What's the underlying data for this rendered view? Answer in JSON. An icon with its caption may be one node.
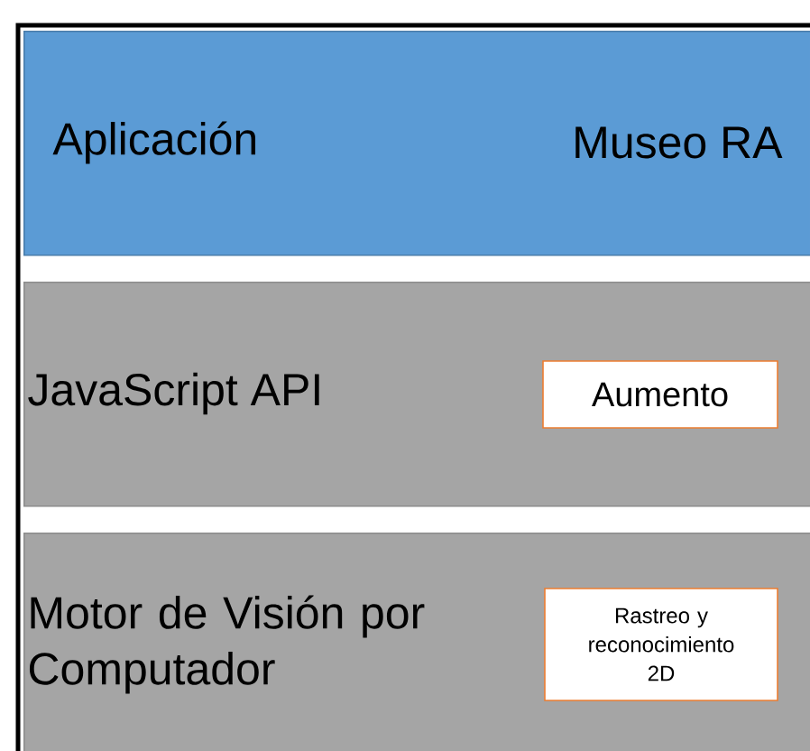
{
  "diagram": {
    "nodes": [
      {
        "text": [
          "Aplicación",
          "Museo RA"
        ]
      },
      {
        "text": [
          "JavaScript API"
        ]
      },
      {
        "text": [
          "Aumento"
        ],
        "in": 1
      },
      {
        "text": [
          "Motor de Visión por Computador"
        ]
      },
      {
        "text": [
          "Rastreo y reconocimiento 2D"
        ],
        "in": 3
      }
    ]
  }
}
